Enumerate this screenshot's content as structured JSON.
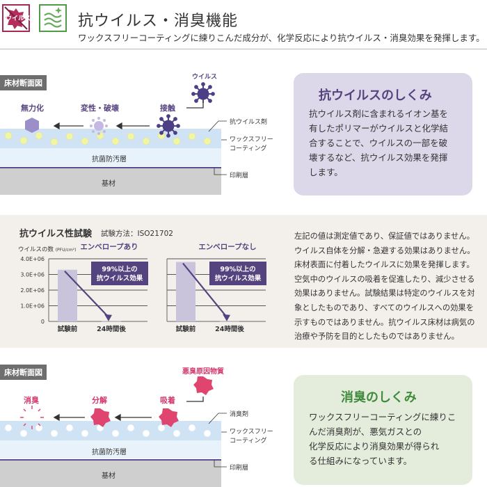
{
  "header": {
    "badge_label": "ウイルス",
    "title": "抗ウイルス・消臭機能",
    "subtitle": "ワックスフリーコーティングに練りこんだ成分が、化学反応により抗ウイルス・消臭効果を発揮します。"
  },
  "virus_section": {
    "tag": "床材断面図",
    "stage_labels": {
      "virus": "ウイルス",
      "contact": "接触",
      "denature": "変性・破壊",
      "inactivate": "無力化"
    },
    "layer_callouts": {
      "agent": "抗ウイルス剤",
      "coating_line1": "ワックスフリー",
      "coating_line2": "コーティング",
      "print_layer": "印刷層"
    },
    "layer_labels": {
      "antibacterial": "抗菌防汚層",
      "base": "基材"
    },
    "info_box": {
      "title": "抗ウイルスのしくみ",
      "text": "抗ウイルス剤に含まれるイオン基を\n有したポリマーがウイルスと化学結\n合することで、ウイルスの一部を破\n壊するなど、抗ウイルス効果を発揮\nします。"
    }
  },
  "test_section": {
    "title": "抗ウイルス性試験",
    "method": "試験方法：ISO21702",
    "y_axis_label": "ウイルスの数",
    "y_axis_unit": "(PFU/cm²)",
    "badge_line1": "99%以上の",
    "badge_line2": "抗ウイルス効果",
    "note": "左記の値は測定値であり、保証値ではありません。\nウイルス自体を分解・急避する効果はありません。\n床材表面に付着したウイルスに効果を発揮します。\n空気中のウイルスの吸着を促進したり、減少させる\n効果はありません。試験結果は特定のウイルスを対\n象としたものであり、すべてのウイルスへの効果を\n示すものではありません。抗ウイルス床材は病気の\n治療や予防を目的としたものではありません。"
  },
  "chart_data": [
    {
      "type": "bar",
      "title": "エンベロープあり",
      "categories": [
        "試験前",
        "24時間後"
      ],
      "values": [
        3300000,
        10000
      ],
      "yticks": [
        "0",
        "1.0E+06",
        "2.0E+06",
        "3.0E+06",
        "4.0E+06"
      ],
      "ylim": [
        0,
        4000000
      ]
    },
    {
      "type": "bar",
      "title": "エンベロープなし",
      "categories": [
        "試験前",
        "24時間後"
      ],
      "values": [
        3800000,
        10000
      ],
      "ylim": [
        0,
        4000000
      ]
    }
  ],
  "odor_section": {
    "tag": "床材断面図",
    "stage_labels": {
      "odor": "悪臭原因物質",
      "adsorb": "吸着",
      "decompose": "分解",
      "deodorize": "消臭"
    },
    "layer_callouts": {
      "agent": "消臭剤",
      "coating_line1": "ワックスフリー",
      "coating_line2": "コーティング",
      "print_layer": "印刷層"
    },
    "layer_labels": {
      "antibacterial": "抗菌防汚層",
      "base": "基材"
    },
    "info_box": {
      "title": "消臭のしくみ",
      "text": "ワックスフリーコーティングに練りこ\nんだ消臭剤が、悪気ガスとの\n化学反応により消臭効果が得られ\nる仕組みになっています。"
    }
  },
  "colors": {
    "purple": "#55437f",
    "pink": "#d2386b",
    "green": "#3f8a3b",
    "layer_blue": "#cfe3f4"
  }
}
